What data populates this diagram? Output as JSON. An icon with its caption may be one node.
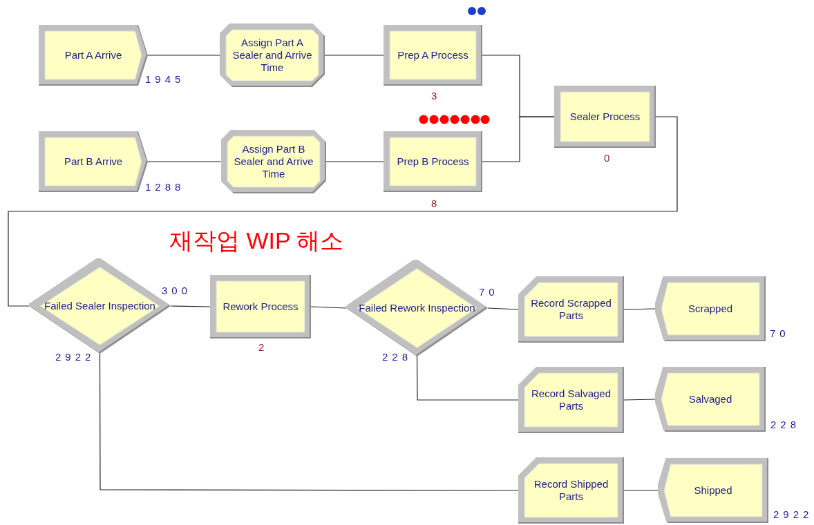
{
  "diagram": {
    "nodes": [
      {
        "text": [
          "Part A Arrive"
        ],
        "beside": [
          "1945"
        ]
      },
      {
        "text": [
          "Assign Part A Sealer and Arrive Time"
        ]
      },
      {
        "text": [
          "Prep A Process"
        ],
        "beside": [
          "3"
        ]
      },
      {
        "text": [
          "Part B Arrive"
        ],
        "beside": [
          "1288"
        ]
      },
      {
        "text": [
          "Assign Part B Sealer and Arrive Time"
        ]
      },
      {
        "text": [
          "Prep B Process"
        ],
        "beside": [
          "8"
        ]
      },
      {
        "text": [
          "Sealer Process"
        ],
        "beside": [
          "0"
        ]
      },
      {
        "text": [
          "Failed Sealer Inspection"
        ],
        "beside": [
          "300",
          "2922"
        ]
      },
      {
        "text": [
          "Rework Process"
        ],
        "beside": [
          "2"
        ]
      },
      {
        "text": [
          "Failed Rework Inspection"
        ],
        "beside": [
          "70",
          "228"
        ]
      },
      {
        "text": [
          "Record Scrapped Parts"
        ]
      },
      {
        "text": [
          "Scrapped"
        ],
        "beside": [
          "70"
        ]
      },
      {
        "text": [
          "Record Salvaged Parts"
        ]
      },
      {
        "text": [
          "Salvaged"
        ],
        "beside": [
          "228"
        ]
      },
      {
        "text": [
          "Record Shipped Parts"
        ]
      },
      {
        "text": [
          "Shipped"
        ],
        "beside": [
          "2922"
        ]
      }
    ],
    "edges": [
      {
        "from": 0,
        "to": 1,
        "arrow": "none"
      },
      {
        "from": 1,
        "to": 2,
        "arrow": "none"
      },
      {
        "from": 3,
        "to": 4,
        "arrow": "none"
      },
      {
        "from": 4,
        "to": 5,
        "arrow": "none"
      },
      {
        "from": 2,
        "to": 6,
        "arrow": "none"
      },
      {
        "from": 5,
        "to": 6,
        "arrow": "none"
      },
      {
        "from": 6,
        "to": 7,
        "arrow": "none"
      },
      {
        "from": 7,
        "to": 8,
        "arrow": "none"
      },
      {
        "from": 8,
        "to": 9,
        "arrow": "none"
      },
      {
        "from": 9,
        "to": 10,
        "arrow": "none"
      },
      {
        "from": 10,
        "to": 11,
        "arrow": "none"
      },
      {
        "from": 9,
        "to": 12,
        "arrow": "none"
      },
      {
        "from": 12,
        "to": 13,
        "arrow": "none"
      },
      {
        "from": 7,
        "to": 14,
        "arrow": "none"
      },
      {
        "from": 14,
        "to": 15,
        "arrow": "none"
      }
    ],
    "labels": [
      "재작업 WIP 해소"
    ]
  }
}
